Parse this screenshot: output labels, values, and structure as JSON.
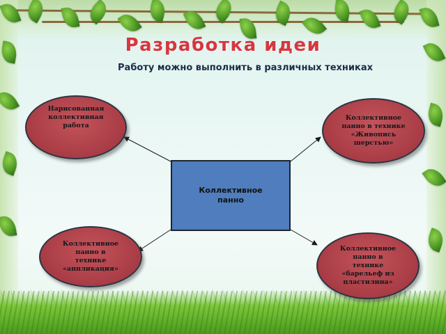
{
  "title": "Разработка идеи",
  "subtitle": "Работу можно выполнить в различных техниках",
  "diagram": {
    "center": "Коллективное\nпанно",
    "nodes": {
      "top_left": "Нарисованная\nколлективная\nработа",
      "top_right": "Коллективное\nпанно в технике\n«Живопись\nшерстью»",
      "bottom_left": "Коллективное\nпанно в\nтехнике\n«аппликация»",
      "bottom_right": "Коллективное\nпанно в\nтехнике\n«барельеф из\nпластилина»"
    }
  },
  "colors": {
    "title": "#d8363f",
    "ellipse_fill": "#a83c45",
    "center_fill": "#4f7dbd",
    "connector": "#1a1a1a"
  }
}
